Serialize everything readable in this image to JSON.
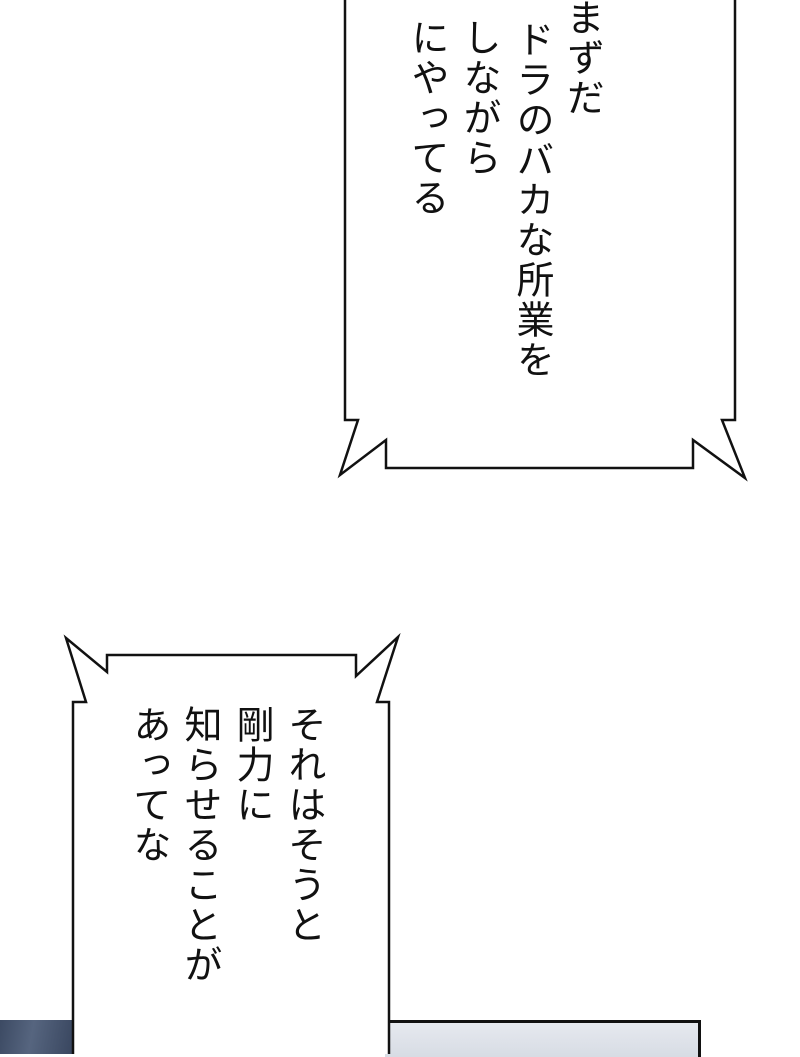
{
  "bubble_top": {
    "lines": [
      "まずだ",
      "ドラのバカな所業を",
      "しながら",
      "にやってる"
    ]
  },
  "bubble_bottom": {
    "lines": [
      "それはそうと",
      "剛力に",
      "知らせることが",
      "あってな"
    ]
  },
  "colors": {
    "ink": "#111111",
    "panel_dark": "#46546e",
    "panel_light": "#e2e6ec"
  }
}
